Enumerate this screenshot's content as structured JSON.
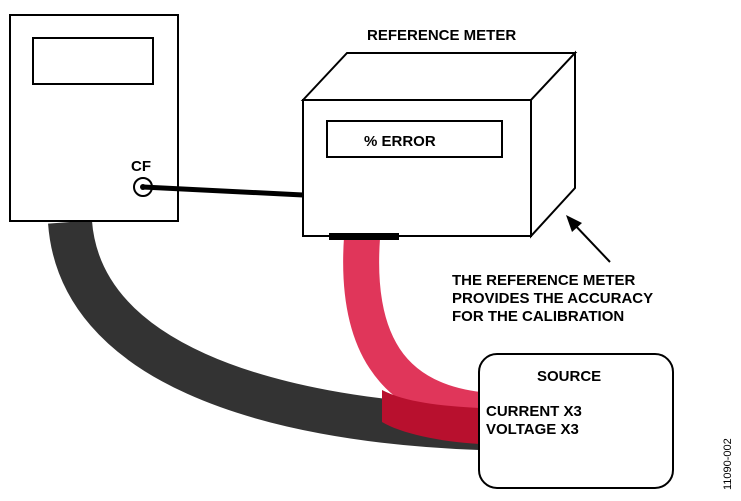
{
  "reference_meter": {
    "title": "REFERENCE METER",
    "display": "% ERROR"
  },
  "meter_under_test": {
    "port_label": "CF"
  },
  "annotation": {
    "lines": [
      "THE REFERENCE METER",
      "PROVIDES THE ACCURACY",
      "FOR THE CALIBRATION"
    ]
  },
  "source": {
    "title": "SOURCE",
    "lines": [
      "CURRENT X3",
      "VOLTAGE X3"
    ]
  },
  "figure_code": "11090-002",
  "colors": {
    "cable_dark": "#333333",
    "cable_red": "#e0365a",
    "cable_overlap": "#b8102e",
    "stroke": "#000000"
  }
}
